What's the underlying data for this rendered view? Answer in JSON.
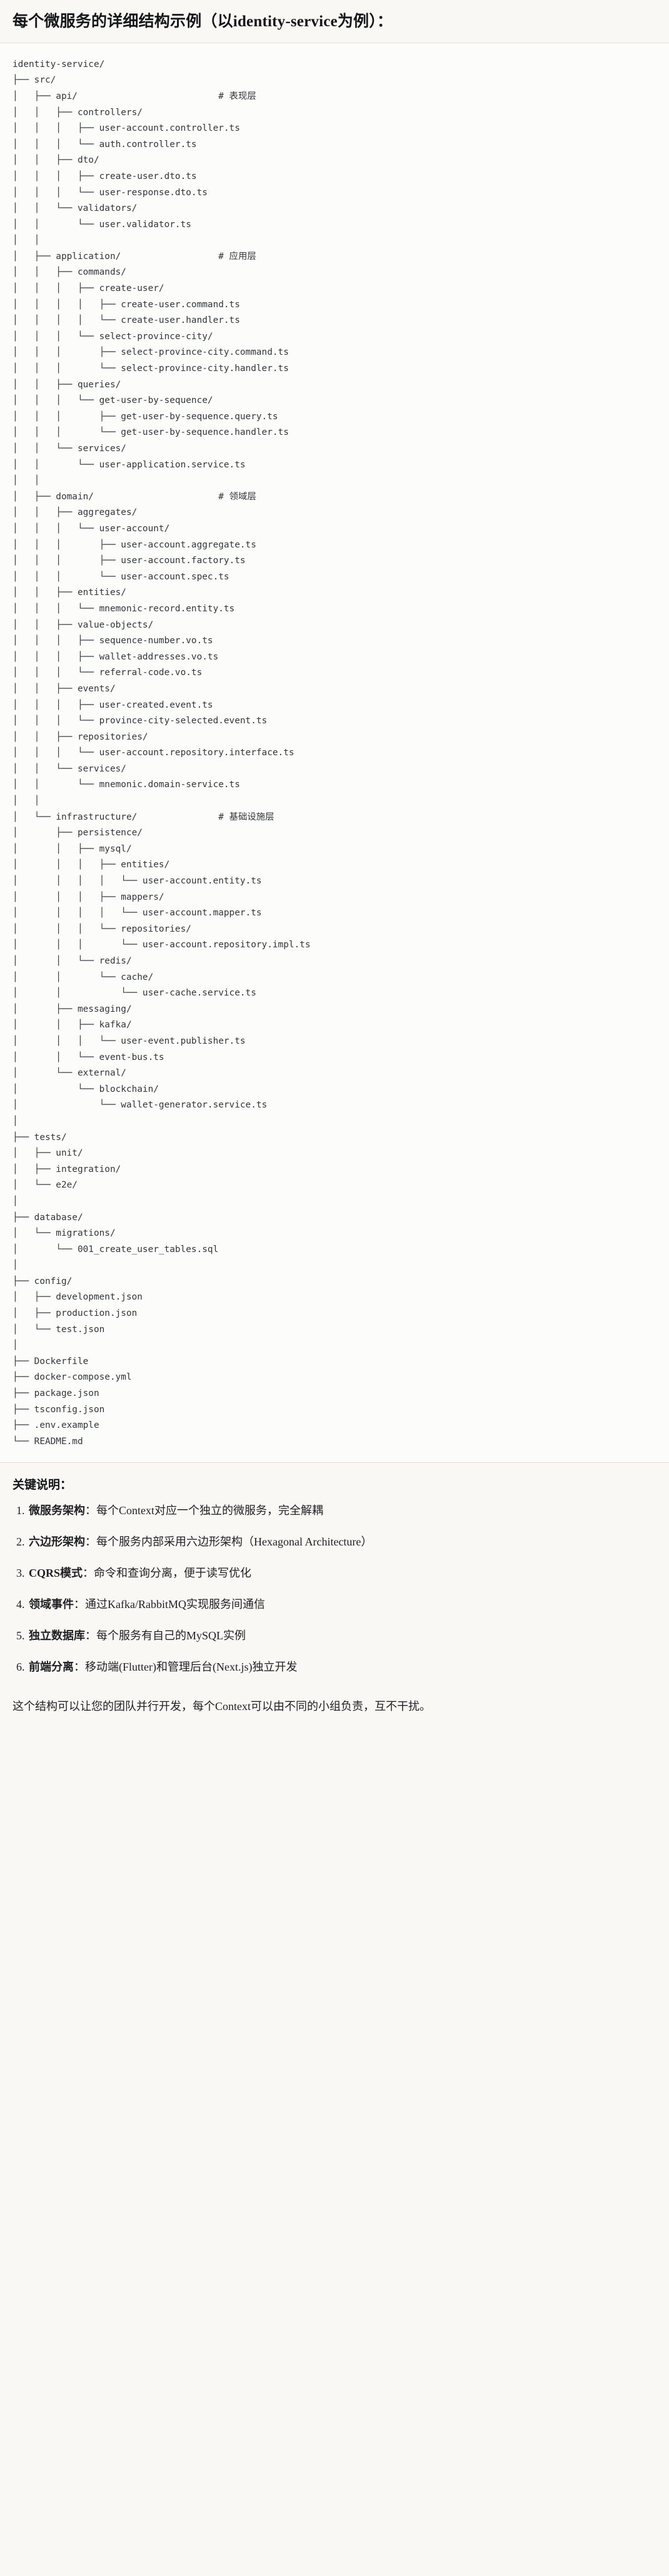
{
  "heading": {
    "text": "每个微服务的详细结构示例（以identity-service为例）："
  },
  "code_block": {
    "language": "plaintext",
    "tree_text": "identity-service/\n├── src/\n│   ├── api/                          # 表现层\n│   │   ├── controllers/\n│   │   │   ├── user-account.controller.ts\n│   │   │   └── auth.controller.ts\n│   │   ├── dto/\n│   │   │   ├── create-user.dto.ts\n│   │   │   └── user-response.dto.ts\n│   │   └── validators/\n│   │       └── user.validator.ts\n│   │\n│   ├── application/                  # 应用层\n│   │   ├── commands/\n│   │   │   ├── create-user/\n│   │   │   │   ├── create-user.command.ts\n│   │   │   │   └── create-user.handler.ts\n│   │   │   └── select-province-city/\n│   │   │       ├── select-province-city.command.ts\n│   │   │       └── select-province-city.handler.ts\n│   │   ├── queries/\n│   │   │   └── get-user-by-sequence/\n│   │   │       ├── get-user-by-sequence.query.ts\n│   │   │       └── get-user-by-sequence.handler.ts\n│   │   └── services/\n│   │       └── user-application.service.ts\n│   │\n│   ├── domain/                       # 领域层\n│   │   ├── aggregates/\n│   │   │   └── user-account/\n│   │   │       ├── user-account.aggregate.ts\n│   │   │       ├── user-account.factory.ts\n│   │   │       └── user-account.spec.ts\n│   │   ├── entities/\n│   │   │   └── mnemonic-record.entity.ts\n│   │   ├── value-objects/\n│   │   │   ├── sequence-number.vo.ts\n│   │   │   ├── wallet-addresses.vo.ts\n│   │   │   └── referral-code.vo.ts\n│   │   ├── events/\n│   │   │   ├── user-created.event.ts\n│   │   │   └── province-city-selected.event.ts\n│   │   ├── repositories/\n│   │   │   └── user-account.repository.interface.ts\n│   │   └── services/\n│   │       └── mnemonic.domain-service.ts\n│   │\n│   └── infrastructure/               # 基础设施层\n│       ├── persistence/\n│       │   ├── mysql/\n│       │   │   ├── entities/\n│       │   │   │   └── user-account.entity.ts\n│       │   │   ├── mappers/\n│       │   │   │   └── user-account.mapper.ts\n│       │   │   └── repositories/\n│       │   │       └── user-account.repository.impl.ts\n│       │   └── redis/\n│       │       └── cache/\n│       │           └── user-cache.service.ts\n│       ├── messaging/\n│       │   ├── kafka/\n│       │   │   └── user-event.publisher.ts\n│       │   └── event-bus.ts\n│       └── external/\n│           └── blockchain/\n│               └── wallet-generator.service.ts\n│\n├── tests/\n│   ├── unit/\n│   ├── integration/\n│   └── e2e/\n│\n├── database/\n│   └── migrations/\n│       └── 001_create_user_tables.sql\n│\n├── config/\n│   ├── development.json\n│   ├── production.json\n│   └── test.json\n│\n├── Dockerfile\n├── docker-compose.yml\n├── package.json\n├── tsconfig.json\n├── .env.example\n└── README.md"
  },
  "notes": {
    "title": "关键说明：",
    "items": [
      {
        "term": "微服务架构",
        "sep": "：",
        "desc": "每个Context对应一个独立的微服务，完全解耦"
      },
      {
        "term": "六边形架构",
        "sep": "：",
        "desc": "每个服务内部采用六边形架构（Hexagonal Architecture）"
      },
      {
        "term": "CQRS模式",
        "sep": "：",
        "desc": "命令和查询分离，便于读写优化"
      },
      {
        "term": "领域事件",
        "sep": "：",
        "desc": "通过Kafka/RabbitMQ实现服务间通信"
      },
      {
        "term": "独立数据库",
        "sep": "：",
        "desc": "每个服务有自己的MySQL实例"
      },
      {
        "term": "前端分离",
        "sep": "：",
        "desc": "移动端(Flutter)和管理后台(Next.js)独立开发"
      }
    ]
  },
  "closing": {
    "text": "这个结构可以让您的团队并行开发，每个Context可以由不同的小组负责，互不干扰。"
  },
  "colors": {
    "page_background": "#faf8f5",
    "code_background": "#fcfcfb",
    "rule": "#e2ded6",
    "text": "#1f2023",
    "code_text": "#31363c"
  }
}
